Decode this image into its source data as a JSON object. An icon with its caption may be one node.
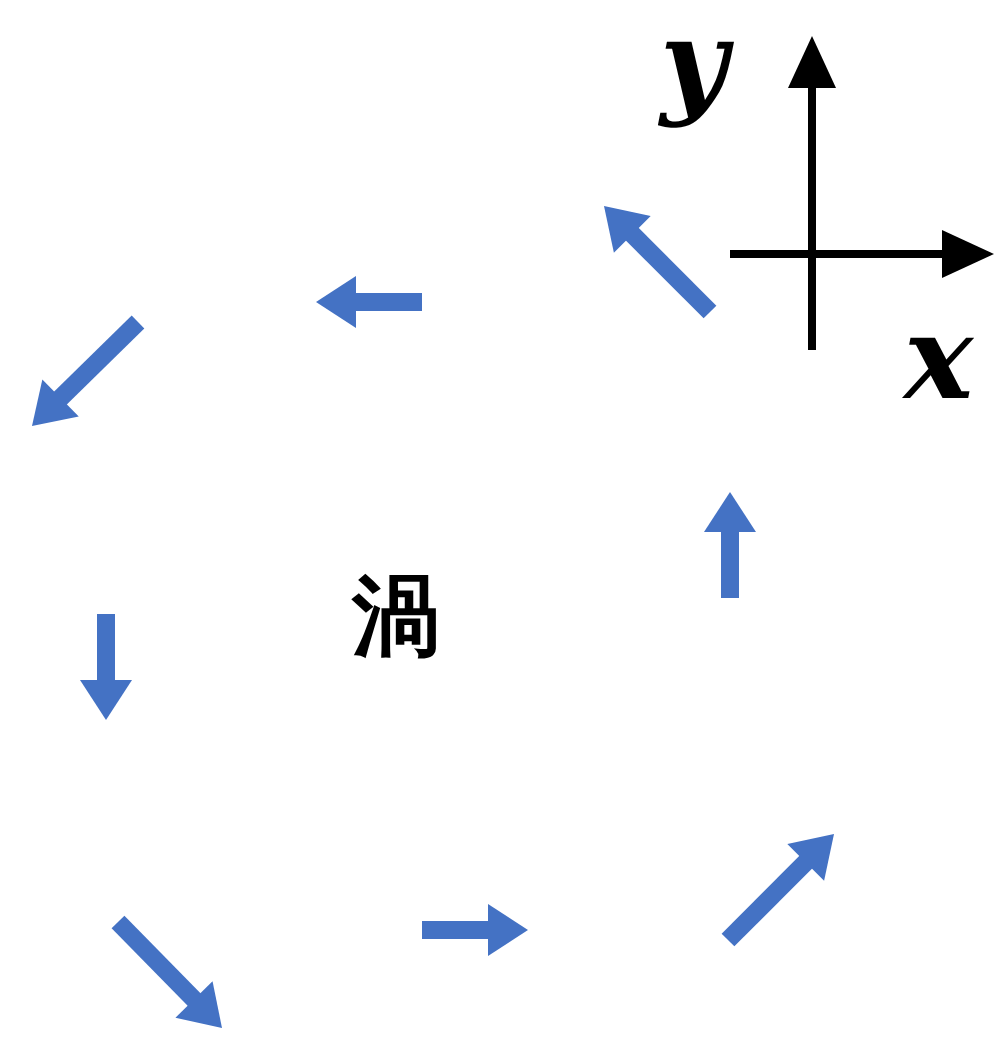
{
  "diagram": {
    "labels": [
      "y",
      "x",
      "渦"
    ]
  }
}
